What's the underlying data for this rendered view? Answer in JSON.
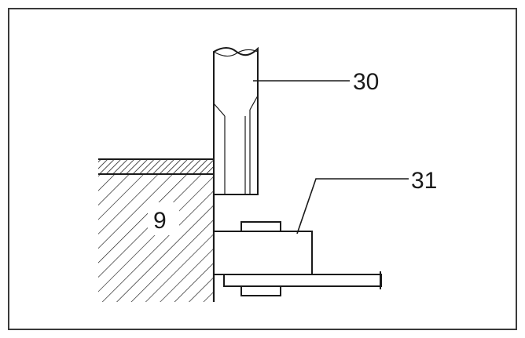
{
  "labels": {
    "part_30": "30",
    "part_31": "31",
    "part_9": "9"
  },
  "colors": {
    "line": "#1a1a1a",
    "frame": "#3a3a3a",
    "background": "#ffffff"
  }
}
